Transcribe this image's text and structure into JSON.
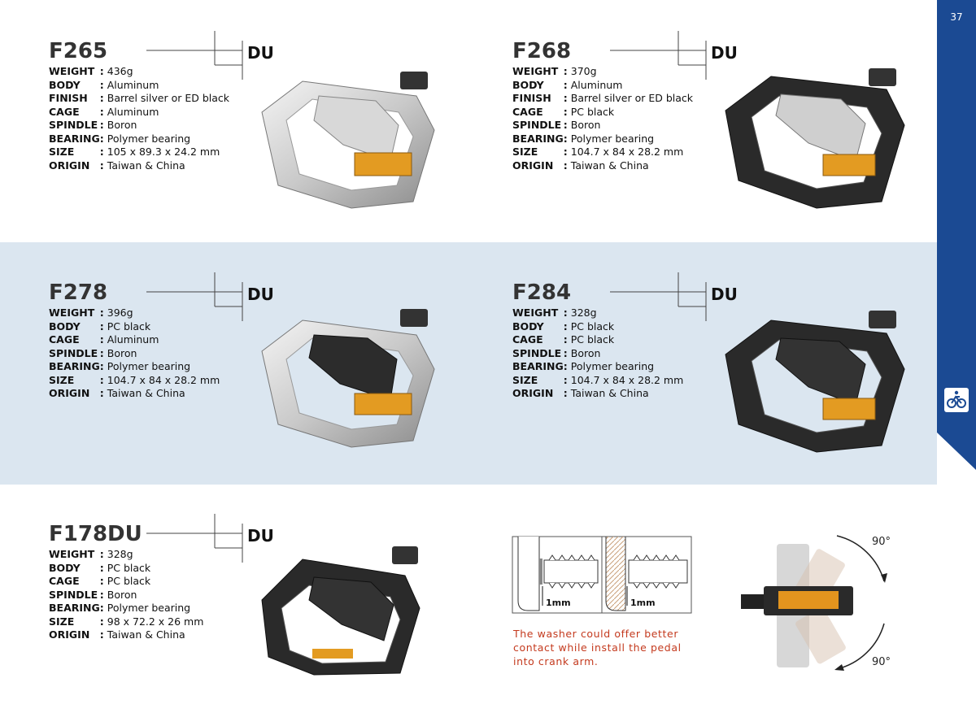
{
  "page": {
    "number": "37"
  },
  "labels": {
    "weight": "WEIGHT",
    "body": "BODY",
    "finish": "FINISH",
    "cage": "CAGE",
    "spindle": "SPINDLE",
    "bearing": "BEARING",
    "size": "SIZE",
    "origin": "ORIGIN",
    "colon": ":"
  },
  "products": [
    {
      "model": "F265",
      "weight": "436g",
      "body": "Aluminum",
      "finish": "Barrel silver or ED black",
      "cage": "Aluminum",
      "spindle": "Boron",
      "bearing": "Polymer bearing",
      "size": "105 x 89.3 x 24.2 mm",
      "origin": "Taiwan & China"
    },
    {
      "model": "F268",
      "weight": "370g",
      "body": "Aluminum",
      "finish": "Barrel silver or ED black",
      "cage": "PC black",
      "spindle": "Boron",
      "bearing": "Polymer bearing",
      "size": "104.7 x 84 x 28.2 mm",
      "origin": "Taiwan & China"
    },
    {
      "model": "F278",
      "weight": "396g",
      "body": "PC black",
      "cage": "Aluminum",
      "spindle": "Boron",
      "bearing": "Polymer bearing",
      "size": "104.7 x 84 x 28.2 mm",
      "origin": "Taiwan & China"
    },
    {
      "model": "F284",
      "weight": "328g",
      "body": "PC black",
      "cage": "PC black",
      "spindle": "Boron",
      "bearing": "Polymer bearing",
      "size": "104.7 x 84 x 28.2 mm",
      "origin": "Taiwan & China"
    },
    {
      "model": "F178DU",
      "weight": "328g",
      "body": "PC black",
      "cage": "PC black",
      "spindle": "Boron",
      "bearing": "Polymer bearing",
      "size": "98 x 72.2 x 26 mm",
      "origin": "Taiwan & China"
    }
  ],
  "badge": {
    "text": "DU"
  },
  "washer": {
    "dimension_left": "1mm",
    "dimension_right": "1mm",
    "note": "The washer could offer better contact while install the pedal into crank arm."
  },
  "rotation": {
    "angle_top": "90°",
    "angle_bottom": "90°"
  },
  "colors": {
    "sidebar": "#1b4a93",
    "band": "#dbe6f0",
    "note_red": "#c43a1e"
  },
  "icons": {
    "badge": "du-bearing-icon",
    "sidebar": "bike-category-icon"
  }
}
